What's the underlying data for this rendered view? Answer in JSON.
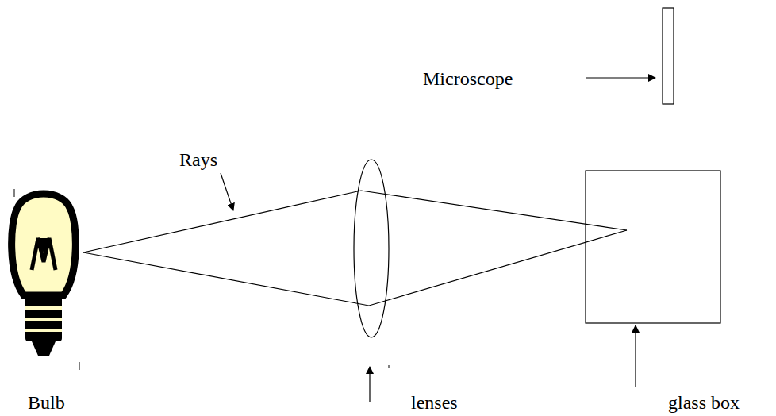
{
  "diagram": {
    "labels": [
      "Microscope",
      "Rays",
      "Bulb",
      "lenses",
      "glass box"
    ]
  }
}
